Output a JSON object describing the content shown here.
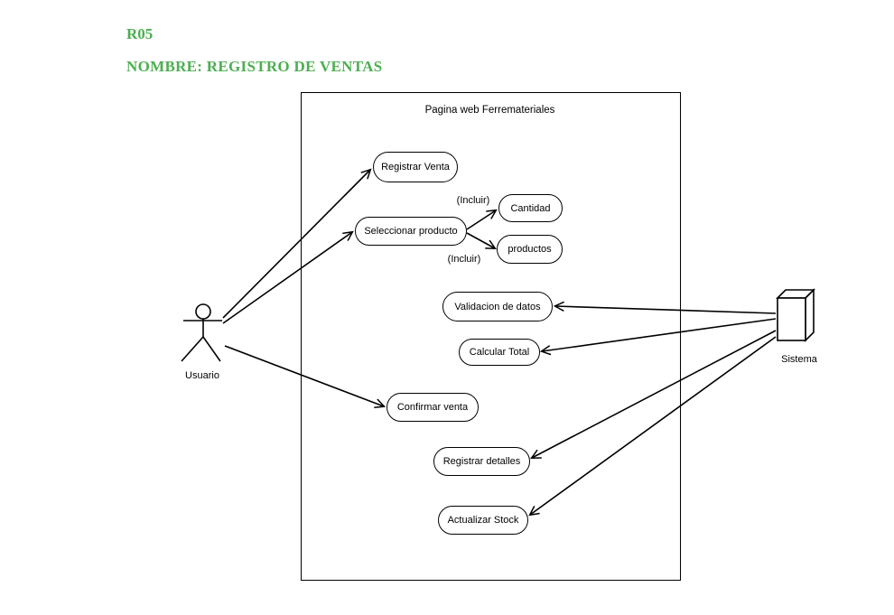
{
  "header": {
    "code": "R05",
    "title": "NOMBRE: REGISTRO DE VENTAS",
    "accent_color": "#4CAF50"
  },
  "diagram": {
    "system_boundary_title": "Pagina web Ferremateriales",
    "actors": [
      {
        "name": "Usuario",
        "representation": "stick-figure",
        "position": "left"
      },
      {
        "name": "Sistema",
        "representation": "3d-box",
        "position": "right"
      }
    ],
    "usecases": [
      {
        "id": "registrar-venta",
        "label": "Registrar Venta"
      },
      {
        "id": "seleccionar-producto",
        "label": "Seleccionar producto"
      },
      {
        "id": "cantidad",
        "label": "Cantidad"
      },
      {
        "id": "productos",
        "label": "productos"
      },
      {
        "id": "validacion-datos",
        "label": "Validacion de datos"
      },
      {
        "id": "calcular-total",
        "label": "Calcular Total"
      },
      {
        "id": "confirmar-venta",
        "label": "Confirmar venta"
      },
      {
        "id": "registrar-detalles",
        "label": "Registrar detalles"
      },
      {
        "id": "actualizar-stock",
        "label": "Actualizar Stock"
      }
    ],
    "include_labels": [
      {
        "text": "(Incluir)"
      },
      {
        "text": "(Incluir)"
      }
    ],
    "connections": [
      {
        "from": "Usuario",
        "to": "Registrar Venta"
      },
      {
        "from": "Usuario",
        "to": "Seleccionar producto"
      },
      {
        "from": "Usuario",
        "to": "Confirmar venta"
      },
      {
        "from": "Seleccionar producto",
        "to": "Cantidad",
        "label": "(Incluir)"
      },
      {
        "from": "Seleccionar producto",
        "to": "productos",
        "label": "(Incluir)"
      },
      {
        "from": "Sistema",
        "to": "Validacion de datos"
      },
      {
        "from": "Sistema",
        "to": "Calcular Total"
      },
      {
        "from": "Sistema",
        "to": "Registrar detalles"
      },
      {
        "from": "Sistema",
        "to": "Actualizar Stock"
      }
    ],
    "line_color": "#000000",
    "background_color": "#ffffff"
  }
}
